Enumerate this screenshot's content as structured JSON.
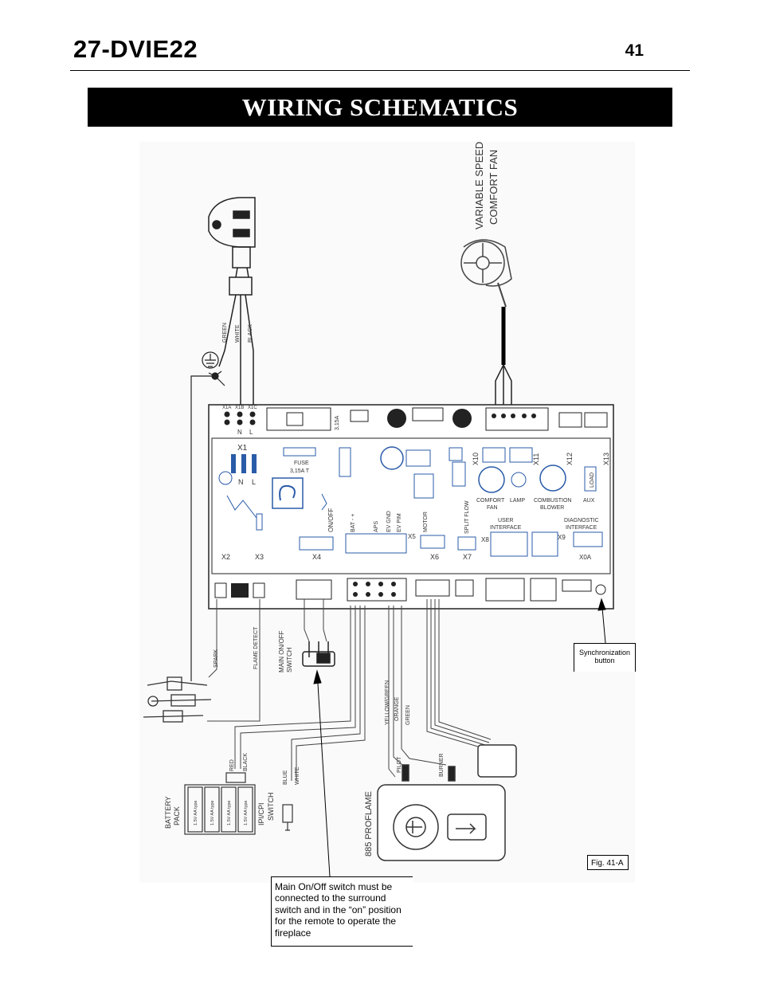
{
  "header": {
    "doc_code": "27-DVIE22",
    "page_number": "41"
  },
  "title": "WIRING SCHEMATICS",
  "diagram": {
    "fan_label_1": "VARIABLE SPEED",
    "fan_label_2": "COMFORT FAN",
    "wire_green": "GREEN",
    "wire_white": "WHITE",
    "wire_black": "BLACK",
    "term_x1a": "X1A",
    "term_x1b": "X1B",
    "term_x1c": "X1C",
    "term_n": "N",
    "term_l": "L",
    "term_x1": "X1",
    "fuse_label": "FUSE",
    "fuse_rating": "3,15A T",
    "fuse_small": "3,15A",
    "term_x2": "X2",
    "term_x3": "X3",
    "term_x4": "X4",
    "term_x5": "X5",
    "term_x6": "X6",
    "term_x7": "X7",
    "term_x8": "X8",
    "term_x9": "X9",
    "term_x10": "X10",
    "term_x11": "X11",
    "term_x12": "X12",
    "term_x13": "X13",
    "term_x0a": "X0A",
    "onoff": "ON/OFF",
    "bat": "BAT - +",
    "aps": "APS",
    "ev_gnd": "EV GND",
    "ev_pim": "EV PIM",
    "motor": "MOTOR",
    "split_flow": "SPLIT FLOW",
    "comfort_fan": "COMFORT\nFAN",
    "comfort_fan_1": "COMFORT",
    "comfort_fan_2": "FAN",
    "lamp": "LAMP",
    "combustion_1": "COMBUSTION",
    "combustion_2": "BLOWER",
    "aux": "AUX",
    "load": "LOAD",
    "user_1": "USER",
    "user_2": "INTERFACE",
    "diag_1": "DIAGNOSTIC",
    "diag_2": "INTERFACE",
    "spark": "SPARK",
    "flame_detect": "FLAME DETECT",
    "main_switch_1": "MAIN ON/OFF",
    "main_switch_2": "SWITCH",
    "yellow_green": "YELLOW/GREEN",
    "orange": "ORANGE",
    "green2": "GREEN",
    "pilot": "PILOT",
    "burner": "BURNER",
    "red": "RED",
    "black2": "BLACK",
    "blue": "BLUE",
    "white2": "WHITE",
    "battery_1": "BATTERY",
    "battery_2": "PACK",
    "cell": "1.5V AA type",
    "ipi_1": "IPI/CPI",
    "ipi_2": "SWITCH",
    "proflame": "885 PROFLAME"
  },
  "callouts": {
    "sync": "Synchronization button",
    "fig": "Fig. 41-A",
    "note": "Main On/Off switch must be connected to the surround switch and in the “on” position for the remote to operate the fireplace"
  }
}
